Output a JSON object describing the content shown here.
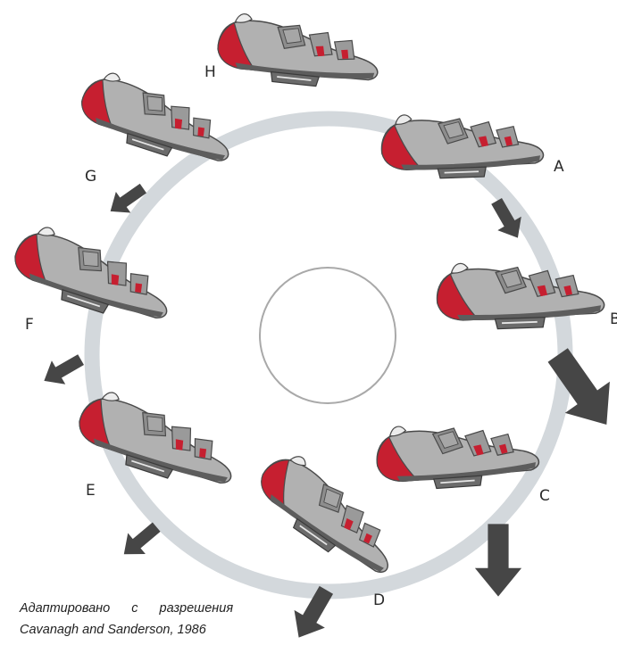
{
  "colors": {
    "track": "#d3d8dc",
    "inner_circle": "#a9a9a9",
    "arrow": "#464646",
    "shoe_body": "#b1b1b1",
    "shoe_red": "#c61f30",
    "shoe_dark": "#6b6b6b",
    "shoe_light": "#e6e6e6"
  },
  "positions": [
    {
      "label": "A"
    },
    {
      "label": "B"
    },
    {
      "label": "C"
    },
    {
      "label": "D"
    },
    {
      "label": "E"
    },
    {
      "label": "F"
    },
    {
      "label": "G"
    },
    {
      "label": "H"
    }
  ],
  "icons": {
    "shoe": "cycling-shoe-icon",
    "arrow": "force-arrow-icon"
  },
  "credit": {
    "line1": "Адаптировано с разрешения",
    "line2": "Cavanagh and Sanderson, 1986"
  }
}
